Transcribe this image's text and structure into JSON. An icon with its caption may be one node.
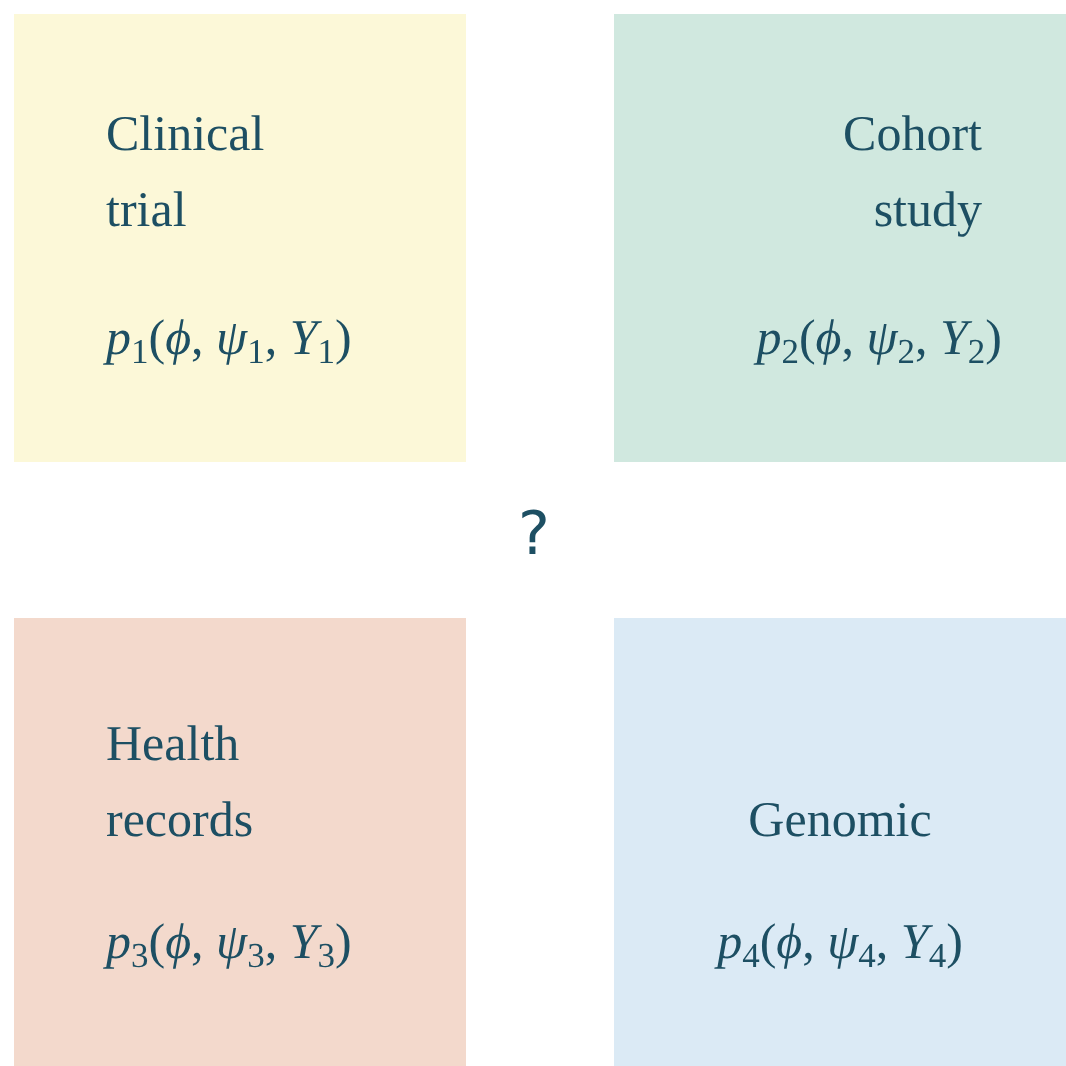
{
  "diagram": {
    "nodes": [
      {
        "text": [
          "Clinical trial",
          "*p*$_{1}$(*ϕ*, *ψ*$_{1}$, *Y*$_{1}$)"
        ]
      },
      {
        "text": [
          "Cohort study",
          "*p*$_{2}$(*ϕ*, *ψ*$_{2}$, *Y*$_{2}$)"
        ]
      },
      {
        "text": [
          "Health records",
          "*p*$_{3}$(*ϕ*, *ψ*$_{3}$, *Y*$_{3}$)"
        ]
      },
      {
        "text": [
          "Genomic",
          "*p*$_{4}$(*ϕ*, *ψ*$_{4}$, *Y*$_{4}$)"
        ]
      }
    ],
    "labels": [
      "?"
    ]
  }
}
